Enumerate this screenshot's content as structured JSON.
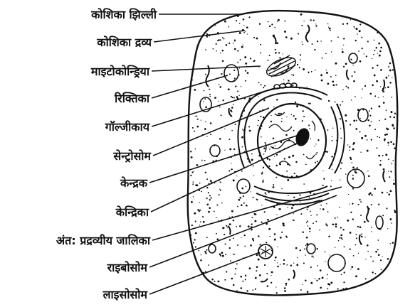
{
  "diagram": {
    "labels": [
      "कोशिका झिल्ली",
      "कोशिका द्रव्य",
      "माइटोकोन्ड्रिया",
      "रिक्तिका",
      "गॉल्जीकाय",
      "सेन्ट्रोसोम",
      "केन्द्रक",
      "केन्द्रिका",
      "अंत: प्रद्रव्यीय जालिका",
      "राइबोसोम",
      "लाइसोसोम"
    ]
  }
}
